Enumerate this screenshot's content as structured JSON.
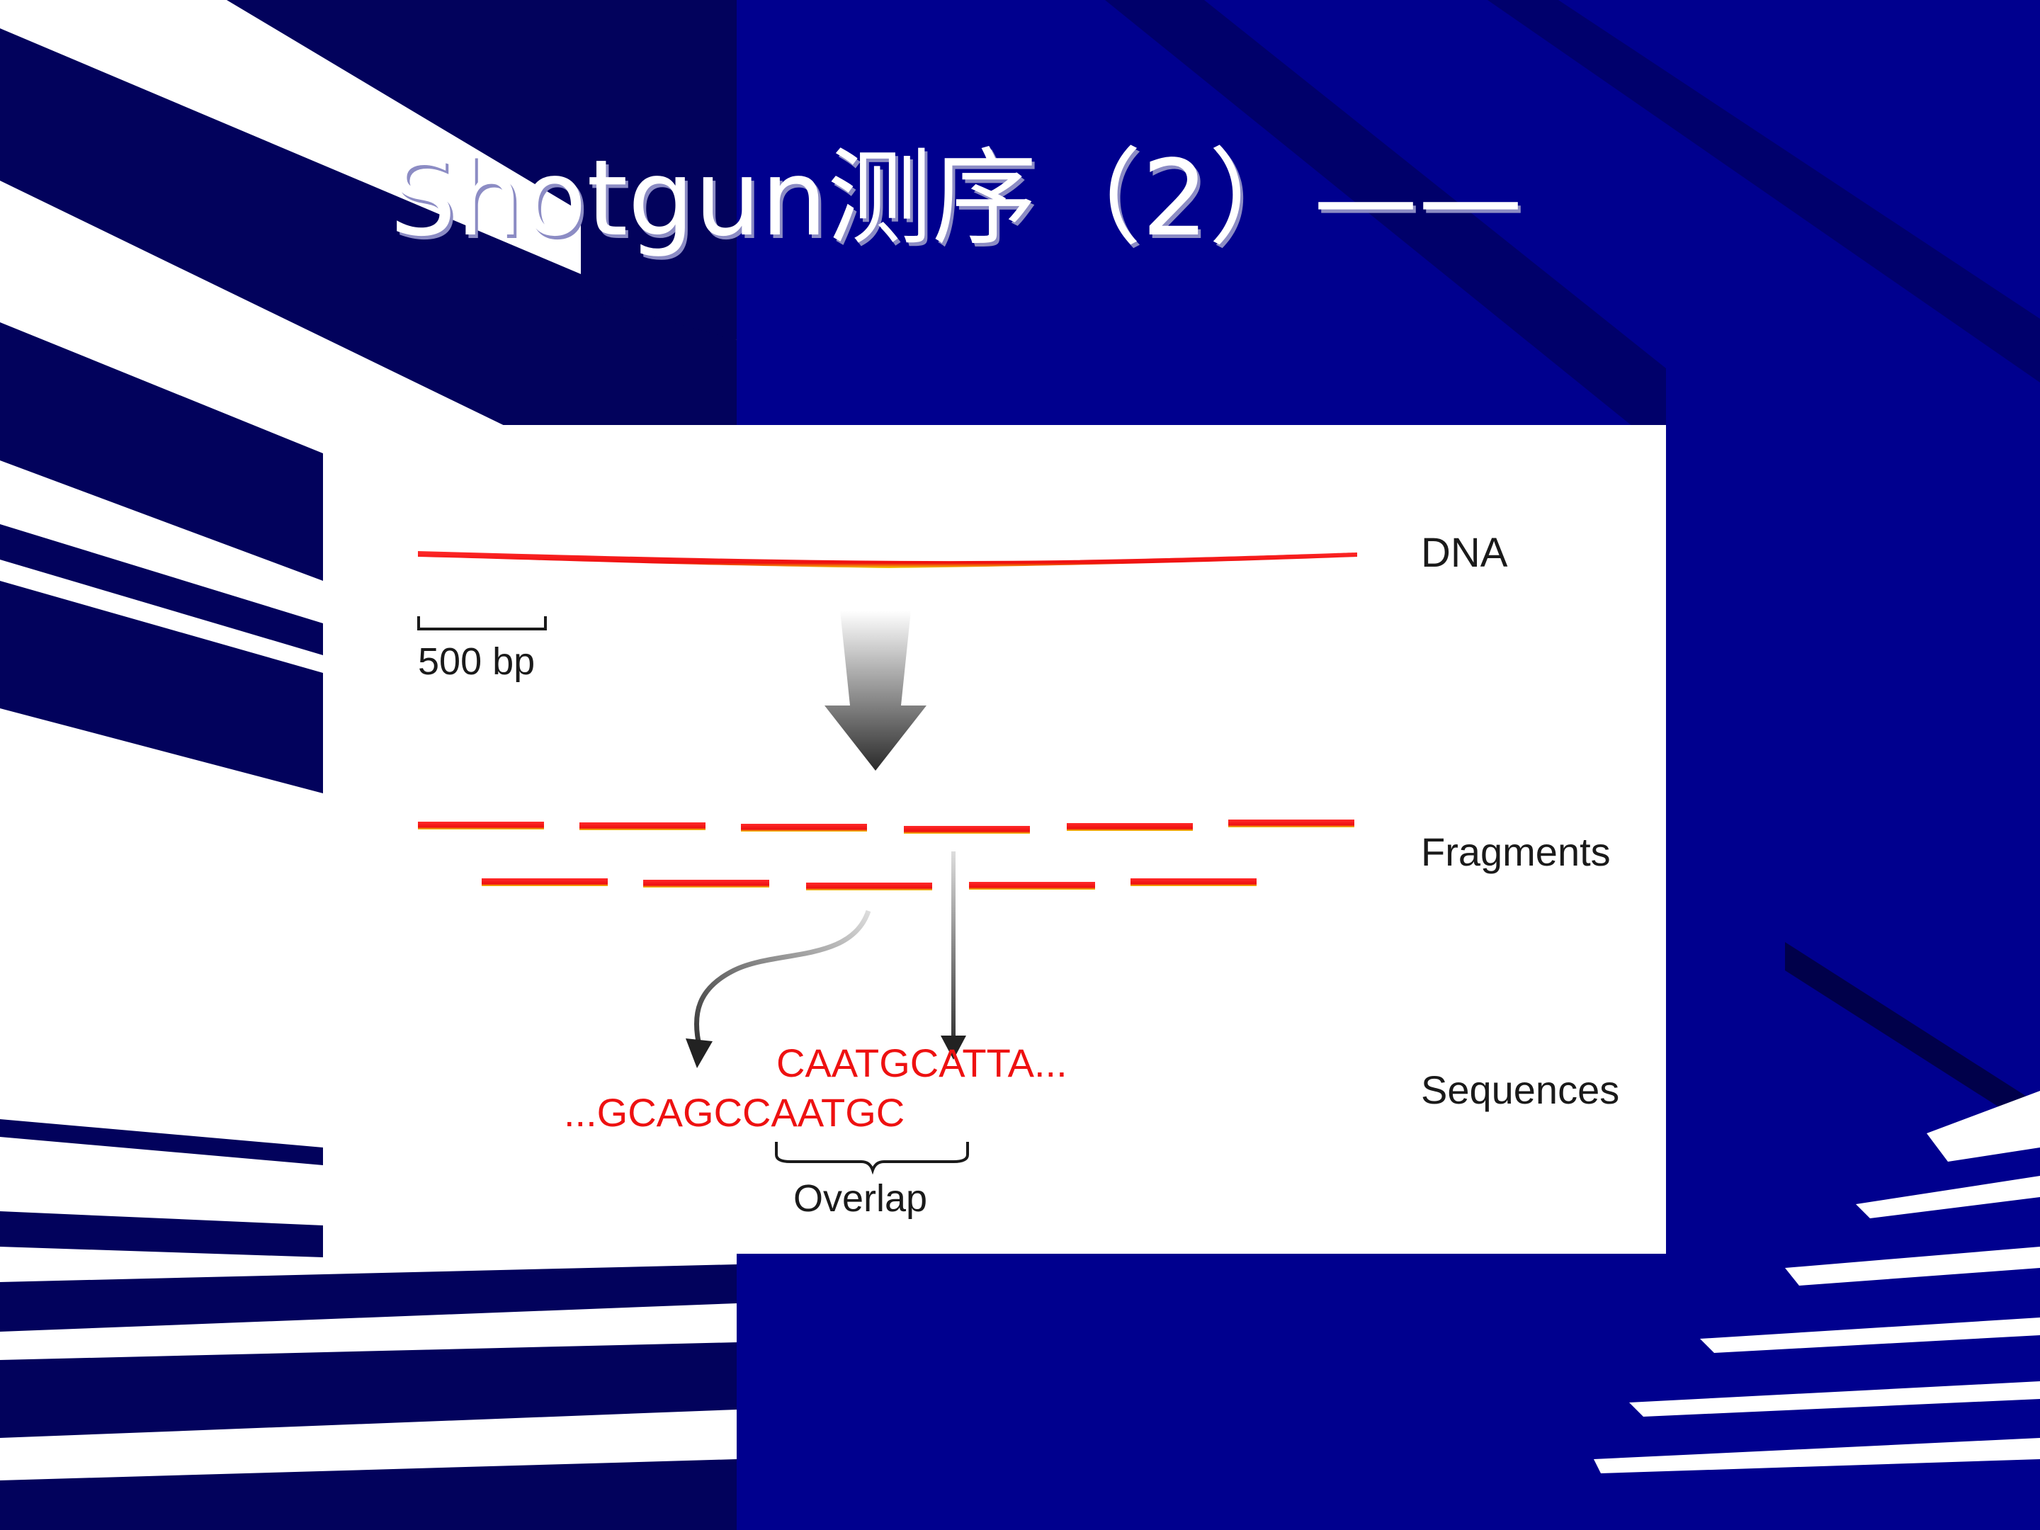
{
  "slide": {
    "title": "Shotgun测序（2）——",
    "colors": {
      "background": "#00008e",
      "title": "#ffffff",
      "dna_line": "#ee1111",
      "sequence_text": "#ee1111"
    }
  },
  "diagram": {
    "labels": {
      "dna": "DNA",
      "fragments": "Fragments",
      "sequences": "Sequences",
      "scale": "500 bp",
      "overlap": "Overlap"
    },
    "sequence_read_1": "CAATGCATTA...",
    "sequence_read_2": "...GCAGCCAATGC"
  }
}
